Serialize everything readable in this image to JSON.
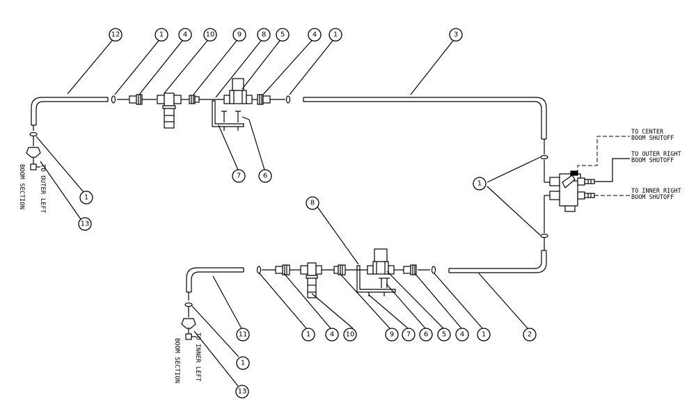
{
  "balloons": {
    "b12_top": "12",
    "b1_top_a": "1",
    "b4_top_a": "4",
    "b10_top": "10",
    "b9_top": "9",
    "b8_top": "8",
    "b5_top": "5",
    "b4_top_b": "4",
    "b1_top_b": "1",
    "b3_top": "3",
    "b7_mid": "7",
    "b6_mid": "6",
    "b1_left": "1",
    "b13_left": "13",
    "b1_right": "1",
    "b8_low": "8",
    "b11_low": "11",
    "b1_low_a": "1",
    "b4_low_a": "4",
    "b10_low": "10",
    "b9_low": "9",
    "b7_low": "7",
    "b6_low": "6",
    "b5_low": "5",
    "b4_low_b": "4",
    "b1_low_b": "1",
    "b2_low": "2",
    "b1_bottom": "1",
    "b13_bottom": "13"
  },
  "labels": {
    "to_center_1": "TO CENTER",
    "to_center_2": "BOOM SHUTOFF",
    "to_outer_right_1": "TO OUTER RIGHT",
    "to_outer_right_2": "BOOM SHUTOFF",
    "to_inner_right_1": "TO INNER RIGHT",
    "to_inner_right_2": "BOOM SHUTOFF",
    "outer_left_1": "TO OUTER LEFT",
    "outer_left_2": "BOOM SECTION",
    "inner_left_1": "TO INNER LEFT",
    "inner_left_2": "BOOM SECTION"
  }
}
